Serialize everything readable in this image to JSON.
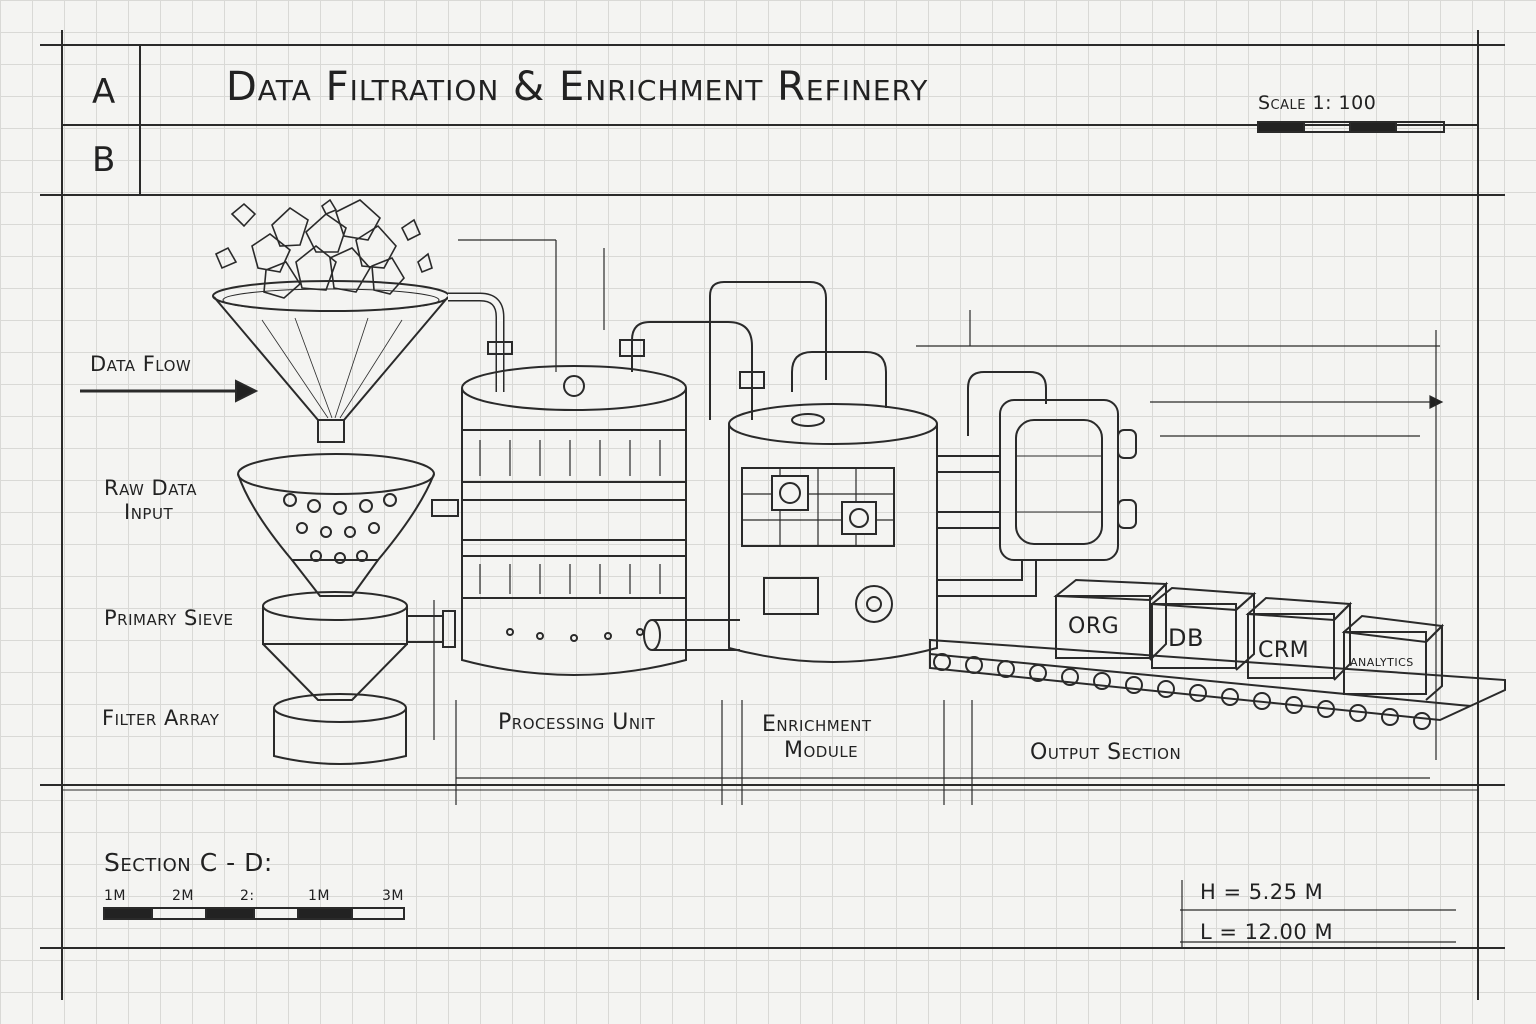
{
  "title": "Data Filtration & Enrichment Refinery",
  "grid_refs": [
    "A",
    "B"
  ],
  "scale": "Scale 1: 100",
  "callouts": {
    "data_flow": "Data Flow",
    "raw_data_input": [
      "Raw Data",
      "Input"
    ],
    "primary_sieve": "Primary Sieve",
    "filter_array": "Filter Array"
  },
  "sections": {
    "processing_unit": "Processing Unit",
    "enrichment_module": [
      "Enrichment",
      "Module"
    ],
    "output_section": "Output Section"
  },
  "output_boxes": [
    "ORG",
    "DB",
    "CRM",
    "ANALYTICS"
  ],
  "section_cd": {
    "title": "Section C - D:",
    "bar_labels": [
      "1M",
      "2M",
      "2:",
      "1M",
      "3M"
    ]
  },
  "dimensions": {
    "height": "H = 5.25 M",
    "length": "L = 12.00 M"
  },
  "colors": {
    "paper": "#f4f4f2",
    "grid": "#d9d9d6",
    "ink": "#222222"
  }
}
